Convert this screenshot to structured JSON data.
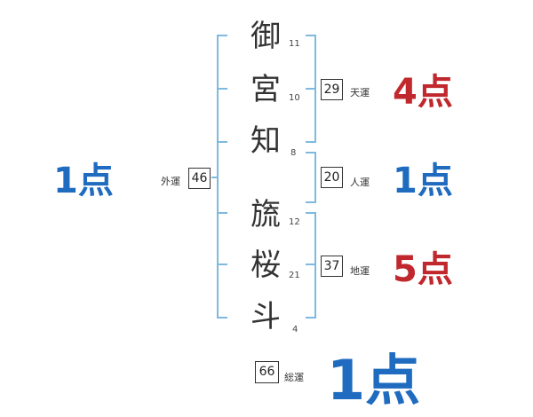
{
  "name_chars": [
    {
      "char": "御",
      "strokes": "11"
    },
    {
      "char": "宮",
      "strokes": "10"
    },
    {
      "char": "知",
      "strokes": "8"
    },
    {
      "char": "旒",
      "strokes": "12"
    },
    {
      "char": "桜",
      "strokes": "21"
    },
    {
      "char": "斗",
      "strokes": "4"
    }
  ],
  "fortunes": {
    "gaiun": {
      "label": "外運",
      "value": "46",
      "score": "1点",
      "color": "#1f6bbf"
    },
    "tenun": {
      "label": "天運",
      "value": "29",
      "score": "4点",
      "color": "#c0282e"
    },
    "jinun": {
      "label": "人運",
      "value": "20",
      "score": "1点",
      "color": "#1f6bbf"
    },
    "chiun": {
      "label": "地運",
      "value": "37",
      "score": "5点",
      "color": "#c0282e"
    },
    "souun": {
      "label": "総運",
      "value": "66",
      "score": "1点",
      "color": "#1f6bbf"
    }
  },
  "colors": {
    "bracket": "#7fb9e0"
  }
}
